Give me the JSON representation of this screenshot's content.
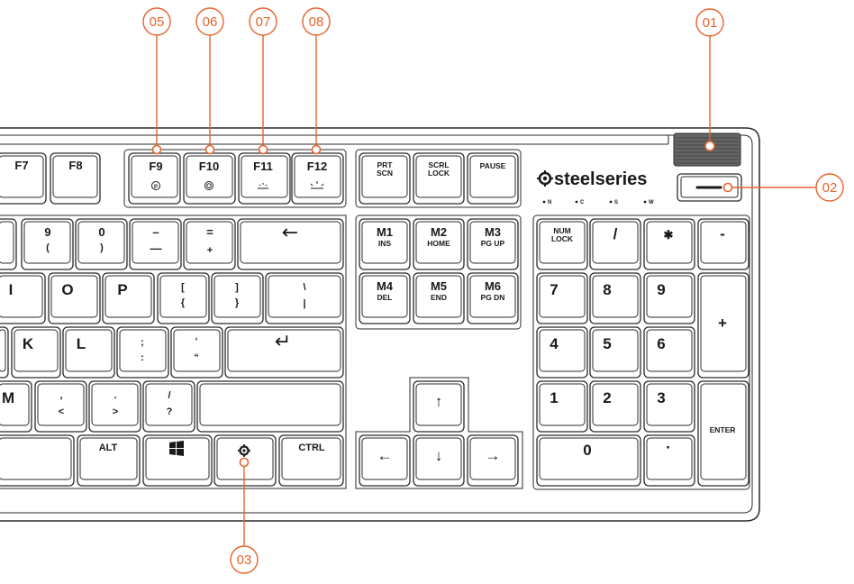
{
  "brand": {
    "logo_text": "steelseries",
    "indicators": [
      "N",
      "C",
      "S",
      "W"
    ]
  },
  "callouts": [
    {
      "id": "c01",
      "label": "01"
    },
    {
      "id": "c02",
      "label": "02"
    },
    {
      "id": "c03",
      "label": "03"
    },
    {
      "id": "c05",
      "label": "05"
    },
    {
      "id": "c06",
      "label": "06"
    },
    {
      "id": "c07",
      "label": "07"
    },
    {
      "id": "c08",
      "label": "08"
    }
  ],
  "keys": {
    "f7": "F7",
    "f8": "F8",
    "f9": "F9",
    "f10": "F10",
    "f11": "F11",
    "f12": "F12",
    "f9_sub": "P",
    "prtscn": [
      "PRT",
      "SCN"
    ],
    "scrlk": [
      "SCRL",
      "LOCK"
    ],
    "pause": "PAUSE",
    "k9": [
      "9",
      "("
    ],
    "k0": [
      "0",
      ")"
    ],
    "minus": [
      "–",
      "—"
    ],
    "equal": [
      "=",
      "+"
    ],
    "bksp": "←",
    "m1": [
      "M1",
      "INS"
    ],
    "m2": [
      "M2",
      "HOME"
    ],
    "m3": [
      "M3",
      "PG UP"
    ],
    "m4": [
      "M4",
      "DEL"
    ],
    "m5": [
      "M5",
      "END"
    ],
    "m6": [
      "M6",
      "PG DN"
    ],
    "numlock": [
      "NUM",
      "LOCK"
    ],
    "np_div": "/",
    "np_mul": "✱",
    "np_sub": "-",
    "i": "I",
    "o": "O",
    "p": "P",
    "lbr": [
      "[",
      "{"
    ],
    "rbr": [
      "]",
      "}"
    ],
    "bslash": [
      "\\",
      "|"
    ],
    "np7": "7",
    "np8": "8",
    "np9": "9",
    "np_add": "+",
    "k": "K",
    "l": "L",
    "semi": [
      ";",
      ":"
    ],
    "quote": [
      "‘",
      "“"
    ],
    "enter": "↵",
    "np4": "4",
    "np5": "5",
    "np6": "6",
    "m": "M",
    "comma": [
      ",",
      "<"
    ],
    "period": [
      ".",
      ">"
    ],
    "slash": [
      "/",
      "?"
    ],
    "up": "↑",
    "np1": "1",
    "np2": "2",
    "np3": "3",
    "np_enter": "ENTER",
    "alt": "ALT",
    "ctrl": "CTRL",
    "left": "←",
    "down": "↓",
    "right": "→",
    "np0": "0",
    "np_dot": "·"
  }
}
